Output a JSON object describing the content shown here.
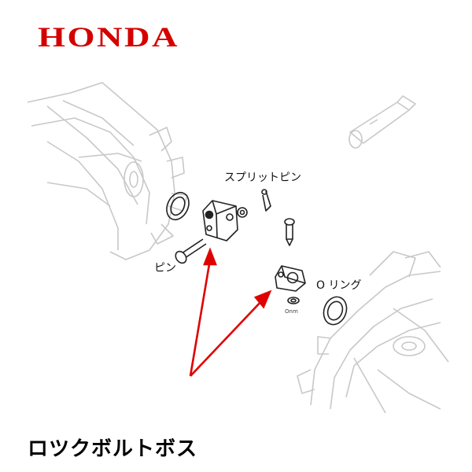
{
  "brand": {
    "logo_text": "HONDA",
    "color": "#d40000"
  },
  "labels": {
    "split_pin": "スプリットピン",
    "pin": "ピン",
    "o_ring": "O リング",
    "small_mark": "Onm"
  },
  "caption": "ロツクボルトボス",
  "accent_arrow_color": "#e00000"
}
